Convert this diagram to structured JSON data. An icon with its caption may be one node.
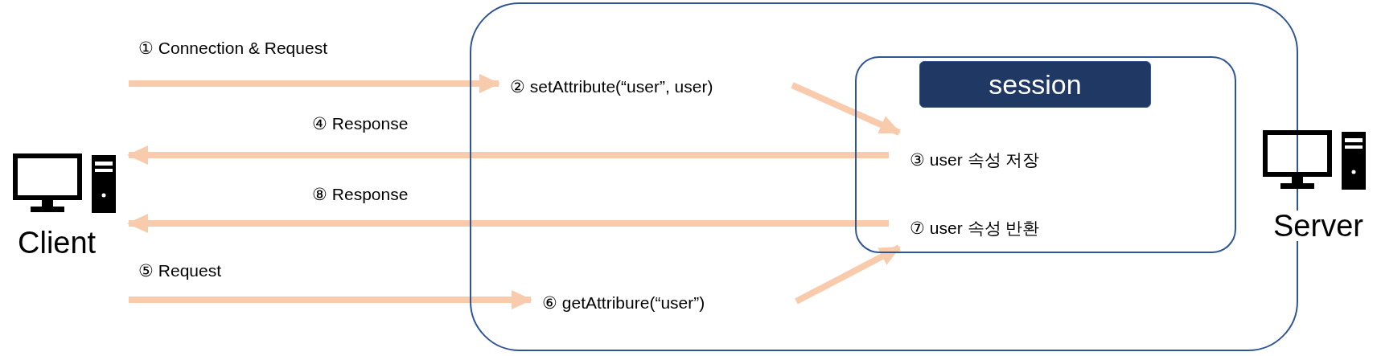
{
  "diagram": {
    "nodes": [
      {
        "text": [
          "Client"
        ]
      },
      {
        "text": [],
        "shape": "box"
      },
      {
        "text": [
          "② setAttribute(“user”, user)"
        ],
        "in": 1
      },
      {
        "text": [
          "⑥ getAttribure(“user”)"
        ],
        "in": 1
      },
      {
        "text": [
          "session"
        ],
        "in": 1
      },
      {
        "text": [
          "③ user 속성 저장"
        ],
        "in": 4
      },
      {
        "text": [
          "⑦ user 속성 반환"
        ],
        "in": 4
      }
    ],
    "edges": [
      {
        "from": 0,
        "to": 2,
        "arrow": "to",
        "label": "① Connection & Request"
      },
      {
        "from": 2,
        "to": 5,
        "arrow": "to"
      },
      {
        "from": 5,
        "to": 0,
        "arrow": "to",
        "label": "④ Response"
      },
      {
        "from": 6,
        "to": 0,
        "arrow": "to",
        "label": "⑧ Response"
      },
      {
        "from": 0,
        "to": 3,
        "arrow": "to",
        "label": "⑤ Request"
      },
      {
        "from": 3,
        "to": 6,
        "arrow": "to"
      }
    ],
    "labels": [
      "Server"
    ]
  }
}
